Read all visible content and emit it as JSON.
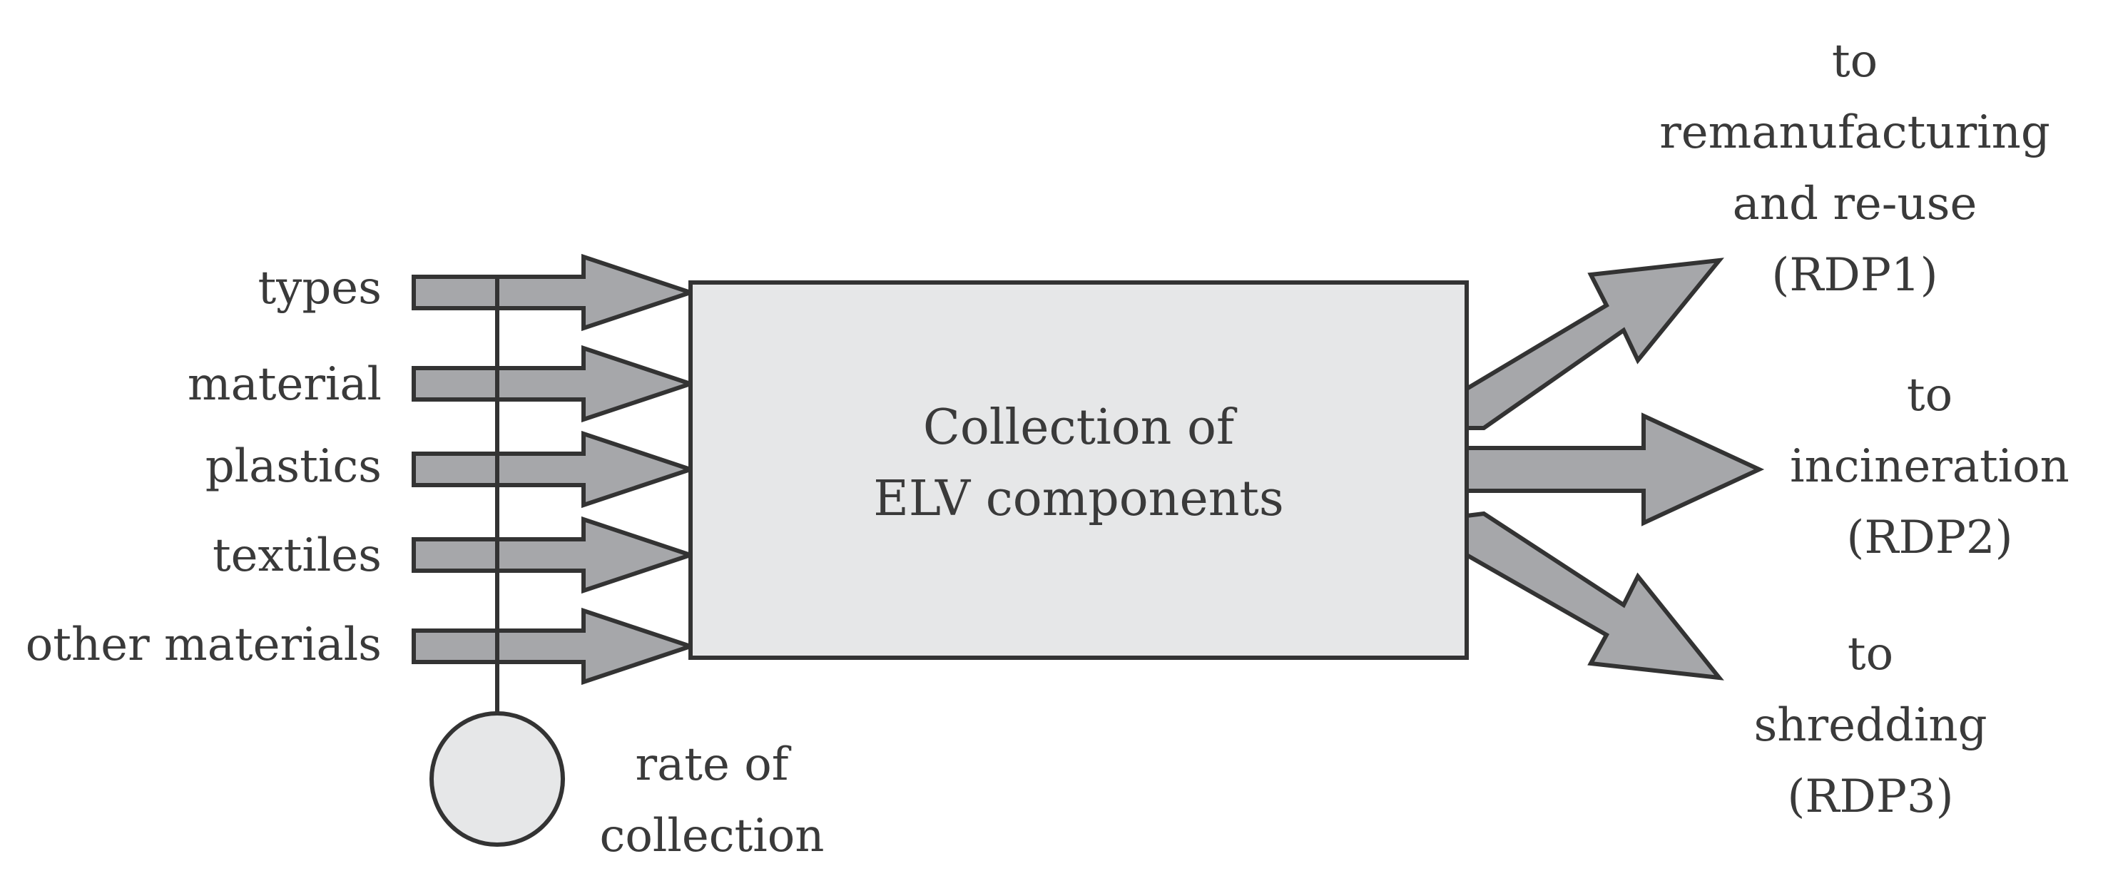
{
  "diagram": {
    "title": "",
    "colors": {
      "arrow_fill": "#a6a7aa",
      "box_fill": "#e6e7e8",
      "stroke": "#333333",
      "text": "#3a3a3a"
    },
    "inputs": [
      {
        "label": "types"
      },
      {
        "label": "material"
      },
      {
        "label": "plastics"
      },
      {
        "label": "textiles"
      },
      {
        "label": "other materials"
      }
    ],
    "process_box": {
      "line1": "Collection of",
      "line2": "ELV components"
    },
    "control": {
      "line1": "rate of",
      "line2": "collection"
    },
    "outputs": [
      {
        "lines": [
          "to",
          "remanufacturing",
          "and re-use",
          "(RDP1)"
        ]
      },
      {
        "lines": [
          "to",
          "incineration",
          "(RDP2)"
        ]
      },
      {
        "lines": [
          "to",
          "shredding",
          "(RDP3)"
        ]
      }
    ]
  }
}
